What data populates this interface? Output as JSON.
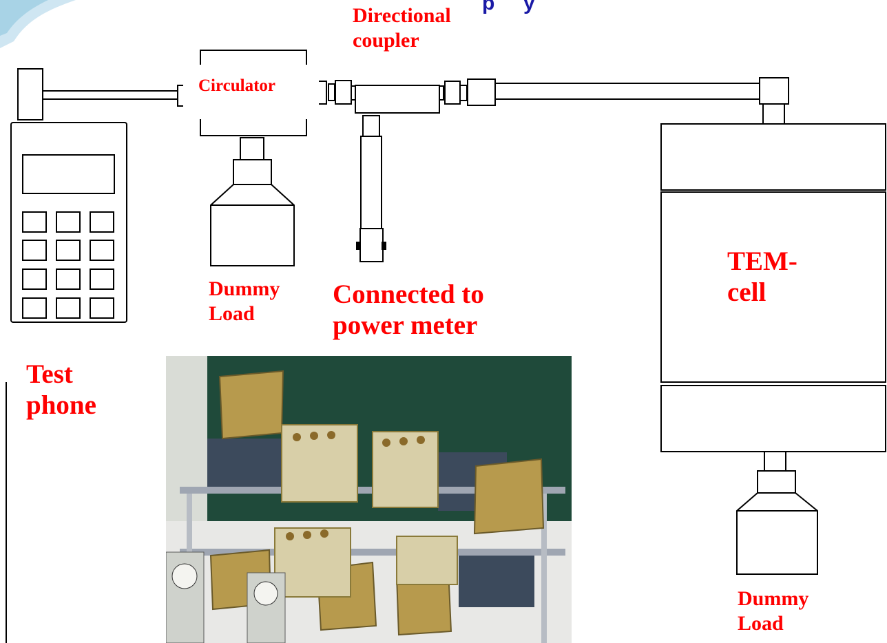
{
  "labels": {
    "directional_coupler": [
      "Directional",
      "coupler"
    ],
    "circulator": "Circulator",
    "dummy_load_left": [
      "Dummy",
      "Load"
    ],
    "connected": [
      "Connected to",
      "power meter"
    ],
    "tem_cell": [
      "TEM-",
      "cell"
    ],
    "test_phone": [
      "Test",
      "phone"
    ],
    "dummy_load_right": [
      "Dummy",
      "Load"
    ]
  },
  "colors": {
    "label": "#ff0000",
    "stroke": "#000000",
    "title_fragment": "#1a1aa6",
    "photo_backdrop": "#1f4a3a"
  }
}
